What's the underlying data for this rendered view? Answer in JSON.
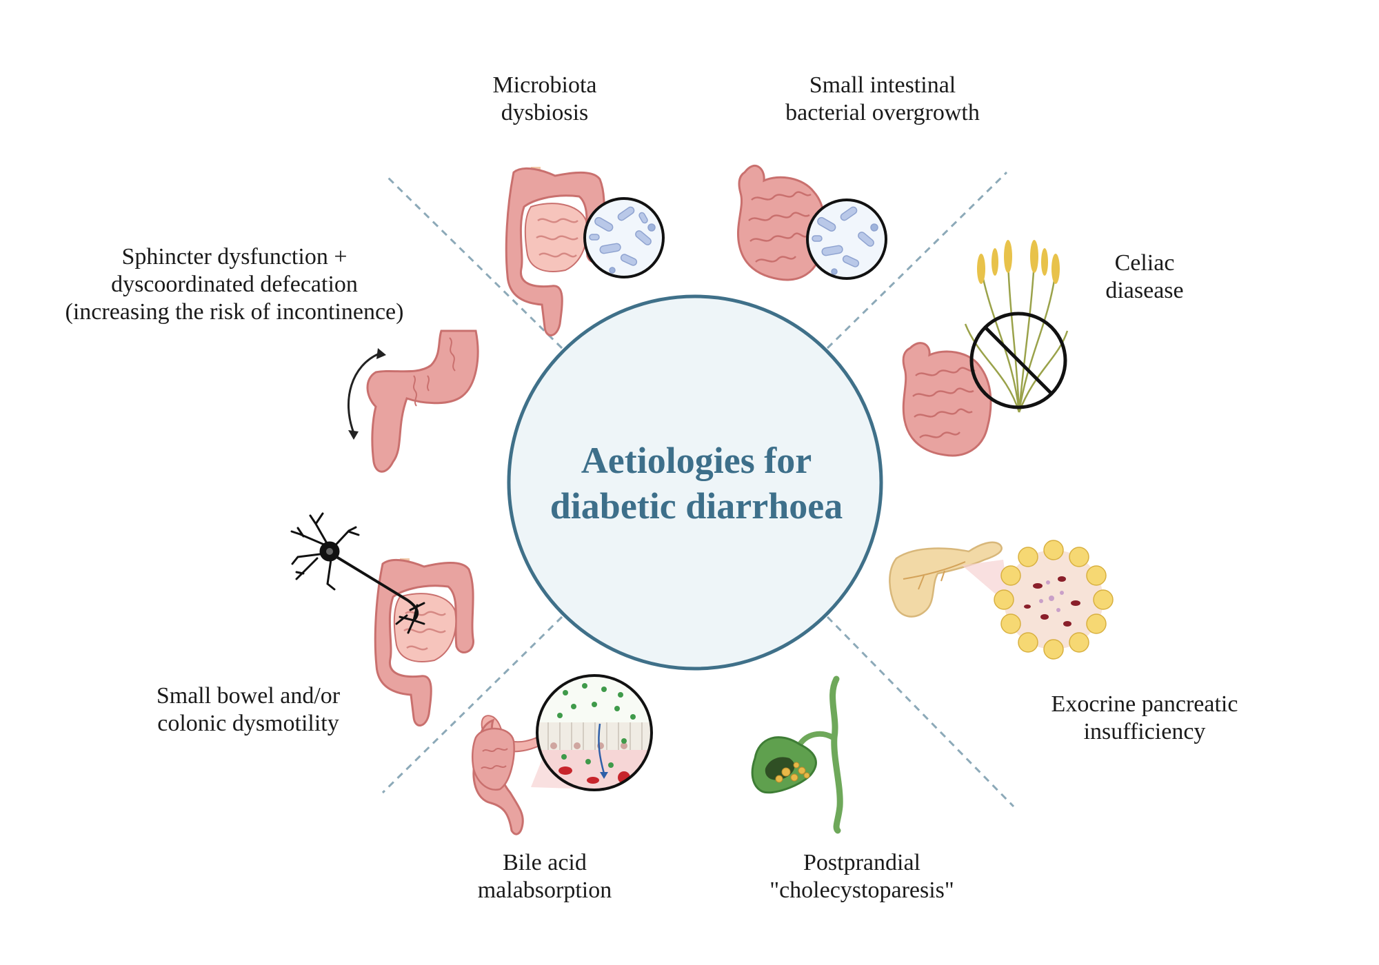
{
  "center": {
    "line1": "Aetiologies for",
    "line2": "diabetic diarrhoea",
    "fill": "#eef5f8",
    "stroke": "#3f7089",
    "text_color": "#3d6f8a"
  },
  "labels": {
    "microbiota": [
      "Microbiota",
      "dysbiosis"
    ],
    "sibo": [
      "Small intestinal",
      "bacterial overgrowth"
    ],
    "celiac": [
      "Celiac",
      "diasease"
    ],
    "sphincter": [
      "Sphincter dysfunction +",
      "dyscoordinated defecation",
      "(increasing the risk of incontinence)"
    ],
    "dysmotility": [
      "Small bowel and/or",
      "colonic dysmotility"
    ],
    "bile_acid": [
      "Bile acid",
      "malabsorption"
    ],
    "cholecysto": [
      "Postprandial",
      "\"cholecystoparesis\""
    ],
    "exocrine": [
      "Exocrine pancreatic",
      "insufficiency"
    ]
  },
  "colors": {
    "divider": "#3f6f88",
    "intestine": "#e8a3a0",
    "intestine_dark": "#c9706e",
    "bacteria": "#b9c8e8",
    "gallbladder": "#5fa04e",
    "pancreas": "#f2d9a6",
    "wheat": "#e8c24a"
  }
}
